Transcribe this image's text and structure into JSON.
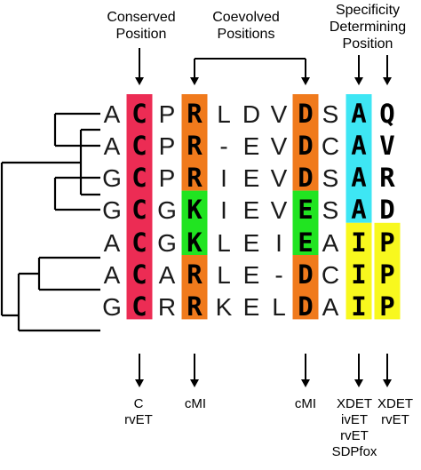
{
  "headers": {
    "conserved": "Conserved Position",
    "coevolved": "Coevolved Positions",
    "specificity": "Specificity Determining Position"
  },
  "colors": {
    "conserved": "#ec2c54",
    "coevolved_orange": "#f07a1c",
    "coevolved_green": "#21e421",
    "sdp_cyan": "#3ee6f4",
    "sdp_yellow": "#f8f81e",
    "tree": "#000000"
  },
  "alignment": {
    "rows": [
      {
        "residues": [
          "A",
          "C",
          "P",
          "R",
          "L",
          "D",
          "V",
          "D",
          "S",
          "A",
          "Q"
        ]
      },
      {
        "residues": [
          "A",
          "C",
          "P",
          "R",
          "-",
          "E",
          "V",
          "D",
          "C",
          "A",
          "V"
        ]
      },
      {
        "residues": [
          "G",
          "C",
          "P",
          "R",
          "I",
          "E",
          "V",
          "D",
          "S",
          "A",
          "R"
        ]
      },
      {
        "residues": [
          "G",
          "C",
          "G",
          "K",
          "I",
          "E",
          "V",
          "E",
          "S",
          "A",
          "D"
        ]
      },
      {
        "residues": [
          "A",
          "C",
          "G",
          "K",
          "L",
          "E",
          "I",
          "E",
          "A",
          "I",
          "P"
        ]
      },
      {
        "residues": [
          "A",
          "C",
          "A",
          "R",
          "L",
          "E",
          "-",
          "D",
          "C",
          "I",
          "P"
        ]
      },
      {
        "residues": [
          "G",
          "C",
          "R",
          "R",
          "K",
          "E",
          "L",
          "D",
          "A",
          "I",
          "P"
        ]
      }
    ],
    "highlights": [
      {
        "column": 1,
        "rows": [
          0,
          1,
          2,
          3,
          4,
          5,
          6
        ],
        "color": "conserved",
        "label": "conserved-column"
      },
      {
        "column": 3,
        "rows": [
          0,
          1,
          2,
          5,
          6
        ],
        "color": "coevolved_orange",
        "label": "coevolved-orange-left"
      },
      {
        "column": 3,
        "rows": [
          3,
          4
        ],
        "color": "coevolved_green",
        "label": "coevolved-green-left"
      },
      {
        "column": 7,
        "rows": [
          0,
          1,
          2,
          5,
          6
        ],
        "color": "coevolved_orange",
        "label": "coevolved-orange-right"
      },
      {
        "column": 7,
        "rows": [
          3,
          4
        ],
        "color": "coevolved_green",
        "label": "coevolved-green-right"
      },
      {
        "column": 9,
        "rows": [
          0,
          1,
          2,
          3
        ],
        "color": "sdp_cyan",
        "label": "sdp-cyan"
      },
      {
        "column": 9,
        "rows": [
          4,
          5,
          6
        ],
        "color": "sdp_yellow",
        "label": "sdp-yellow-a"
      },
      {
        "column": 10,
        "rows": [
          4,
          5,
          6
        ],
        "color": "sdp_yellow",
        "label": "sdp-yellow-b"
      }
    ],
    "bold_columns": [
      1,
      3,
      7,
      9,
      10
    ]
  },
  "footers": {
    "conserved": [
      "C",
      "rvET"
    ],
    "coevolved_left": [
      "cMI"
    ],
    "coevolved_right": [
      "cMI"
    ],
    "sdp_left": [
      "XDET",
      "ivET",
      "rvET",
      "SDPfox"
    ],
    "sdp_right": [
      "XDET",
      "rvET"
    ]
  }
}
